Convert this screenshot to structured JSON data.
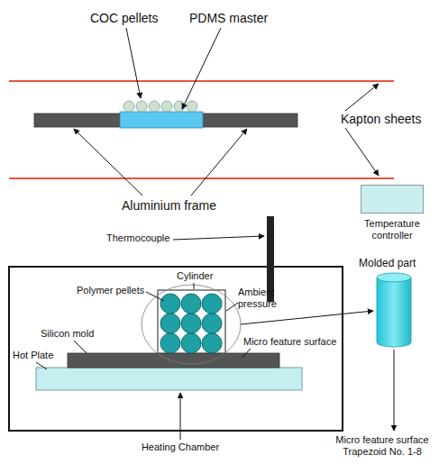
{
  "diagram": {
    "nodes": [
      {
        "text": [
          "Temperature controller"
        ]
      }
    ],
    "labels": [
      "COC pellets",
      "PDMS master",
      "Kapton sheets",
      "Aluminium frame",
      "Thermocouple",
      "Polymer pellets",
      "Cylinder",
      "Ambient pressure",
      "Silicon mold",
      "Micro feature surface",
      "Molded part",
      "Hot Plate",
      "Micro feature surface Trapezoid No. 1-8",
      "Heating Chamber"
    ]
  }
}
